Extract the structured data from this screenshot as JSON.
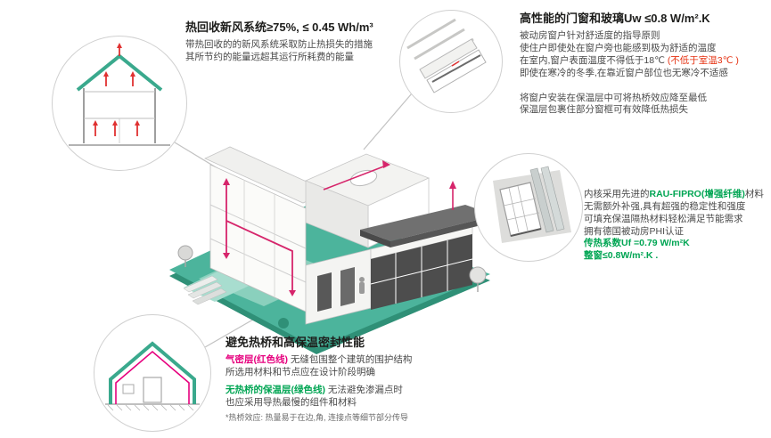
{
  "colors": {
    "teal": "#3aa98d",
    "teal_base": "#4cb49c",
    "green_text": "#00a553",
    "red": "#e53212",
    "magenta": "#e6007e",
    "duct_red": "#d6256b",
    "dark_text": "#1d1d1b",
    "body_text": "#4a4a4a"
  },
  "sections": {
    "heat_recovery": {
      "title": "热回收新风系统≥75%, ≤ 0.45 Wh/m³",
      "body1": "带热回收的的新风系统采取防止热损失的措施",
      "body2": "其所节约的能量远超其运行所耗费的能量"
    },
    "windows": {
      "title": "高性能的门窗和玻璃Uw ≤0.8 W/m².K",
      "p1l1": "被动房窗户针对舒适度的指导原则",
      "p1l2": "使住户即使处在窗户旁也能感到极为舒适的温度",
      "p1l3a": "在室内,窗户表面温度不得低于18℃ ",
      "p1l3b": "(不低于室温3℃ )",
      "p1l4": "即使在寒冷的冬季,在靠近窗户部位也无寒冷不适感",
      "p2l1": "将窗户安装在保温层中可将热桥效应降至最低",
      "p2l2": "保温层包裹住部分窗框可有效降低热损失"
    },
    "profile": {
      "l1a": "内核采用先进的",
      "l1b": "RAU-FIPRO(增强纤维)",
      "l1c": "材料",
      "l2": "无需额外补强,具有超强的稳定性和强度",
      "l3": "可填充保温隔热材料轻松满足节能需求",
      "l4": "拥有德国被动房PHI认证",
      "u1": "传热系数Uf =0.79 W/m²K",
      "u2": "整窗≤0.8W/m².K ."
    },
    "envelope": {
      "title": "避免热桥和高保温密封性能",
      "airtight_label": "气密层(红色线)",
      "airtight_rest": " 无缝包围整个建筑的围护结构",
      "l2": "所选用材料和节点应在设计阶段明确",
      "insulation_label": "无热桥的保温层(绿色线)",
      "insulation_rest": " 无法避免渗漏点时",
      "l4": "也应采用导热最慢的组件和材料",
      "footnote": "*热桥效应: 热量易于在边,角, 连接点等细节部分传导"
    }
  }
}
